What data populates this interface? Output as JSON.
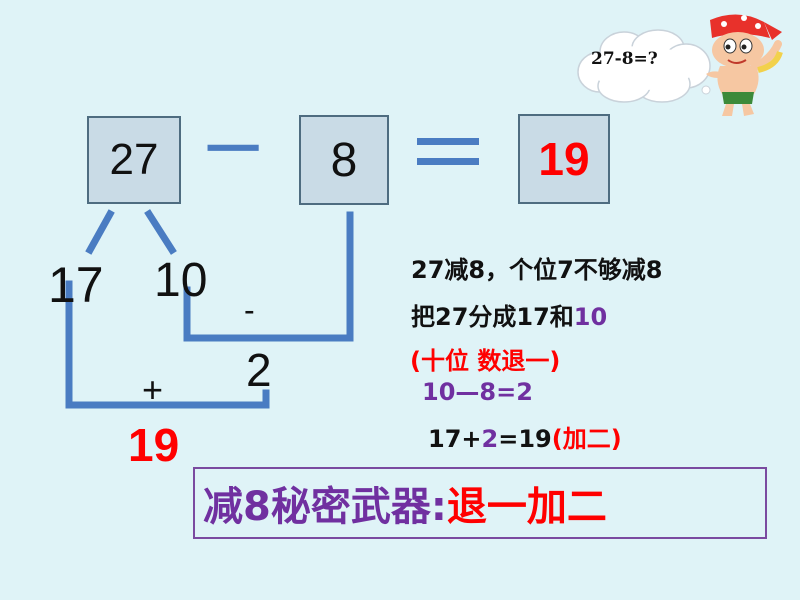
{
  "equation": {
    "minuend": "27",
    "minus_sign": "一",
    "subtrahend": "8",
    "equals_sign": "=",
    "result": "19"
  },
  "speech_bubble": {
    "text": "27-8=?"
  },
  "split": {
    "part_left": "17",
    "part_right": "10",
    "minus_op": "-",
    "diff": "2",
    "plus_op": "+",
    "final": "19"
  },
  "notes": {
    "line1": "27减8，个位7不够减8",
    "line2_a": "把27分成17和",
    "line2_b": "10",
    "line3": "(十位 数退一)",
    "line4": "10—8=2",
    "line5_a": "17+",
    "line5_b": "2",
    "line5_c": "=19",
    "line5_d": "(加二)"
  },
  "secret": {
    "label": "减8秘密武器:",
    "rule": "退一加二"
  },
  "colors": {
    "background": "#dff3f7",
    "box_fill": "#c9dbe6",
    "connector_blue": "#4a7cc2",
    "red": "#ff0000",
    "purple": "#7030a0"
  },
  "icons": [
    "thought-cloud",
    "cartoon-pirate-character"
  ]
}
